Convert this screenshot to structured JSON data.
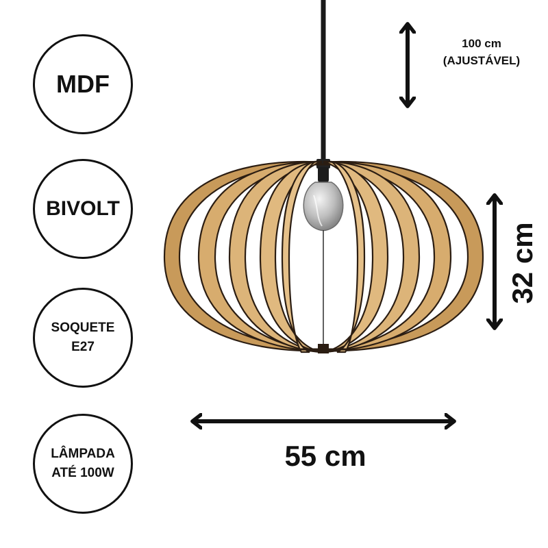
{
  "badges": [
    {
      "label": "MDF"
    },
    {
      "label": "BIVOLT"
    },
    {
      "label": "SOQUETE\nE27"
    },
    {
      "label": "LÂMPADA\nATÉ 100W"
    }
  ],
  "dimensions": {
    "cable": "100 cm\n(AJUSTÁVEL)",
    "height": "32 cm",
    "width": "55 cm"
  },
  "colors": {
    "wood": "#d7ac6e",
    "wood_dark": "#b98c4f",
    "outline": "#2b1d12",
    "ink": "#111111"
  }
}
